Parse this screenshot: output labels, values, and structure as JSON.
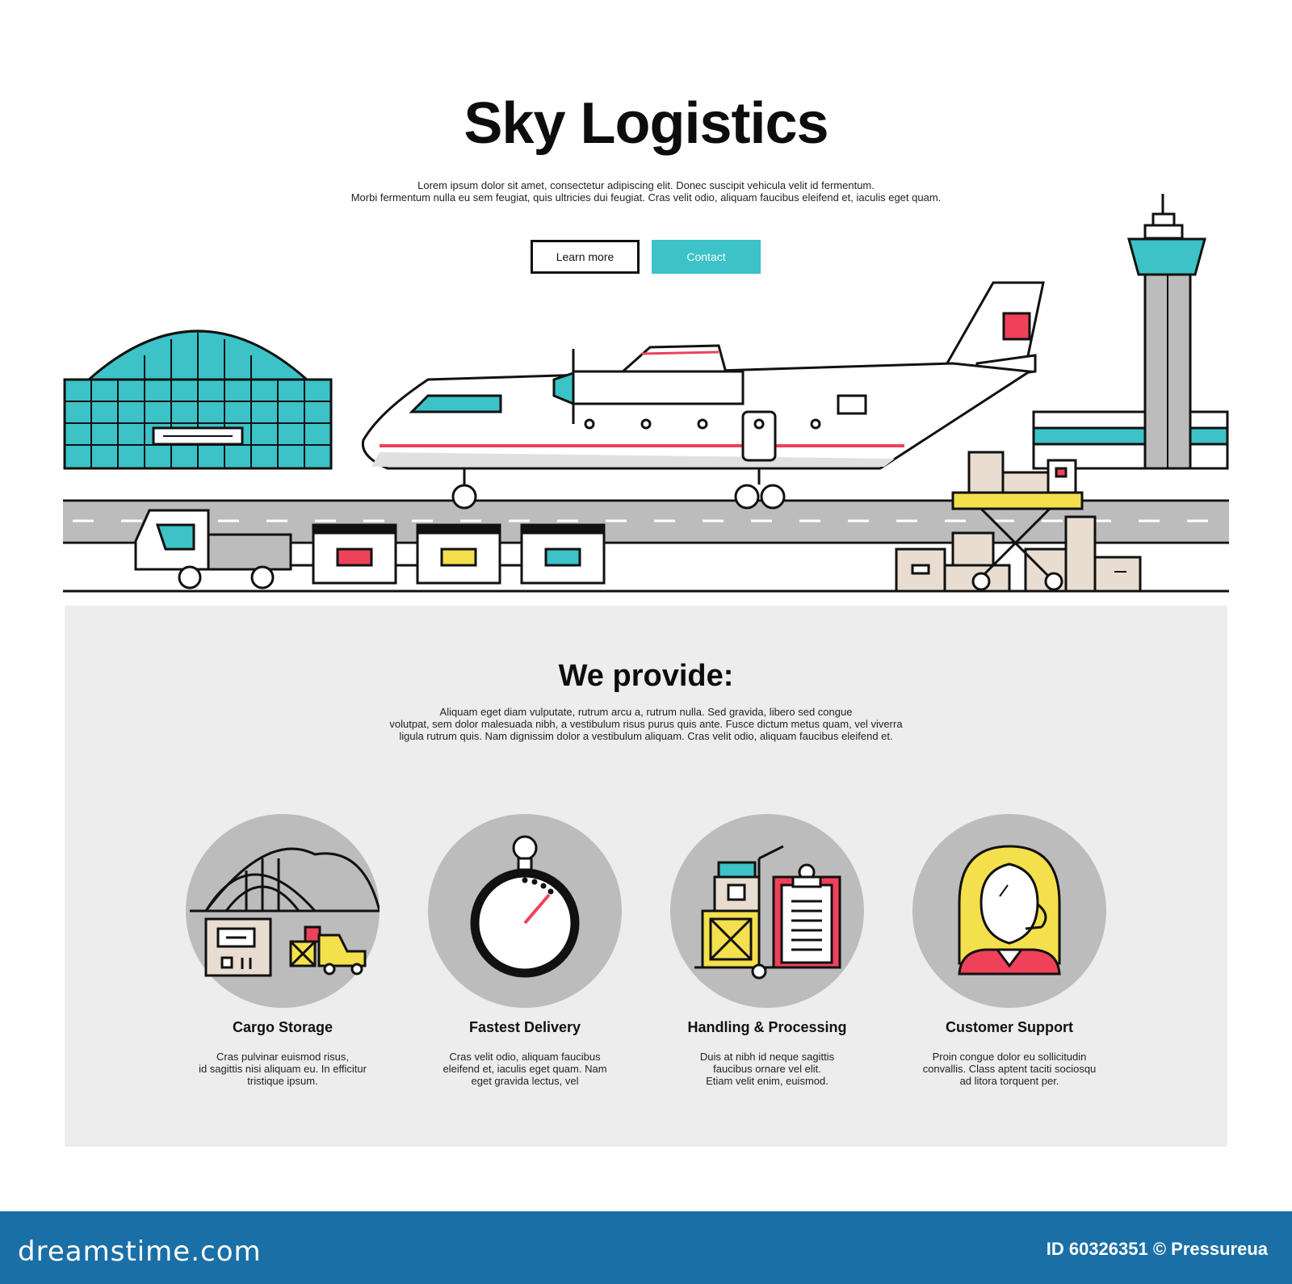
{
  "hero": {
    "title": "Sky Logistics",
    "text_lines": [
      "Lorem ipsum dolor sit amet, consectetur adipiscing elit. Donec suscipit vehicula velit id fermentum.",
      "Morbi fermentum nulla eu sem feugiat, quis ultricies dui feugiat. Cras velit odio, aliquam faucibus eleifend et, iaculis eget quam."
    ],
    "learn_more_label": "Learn more",
    "contact_label": "Contact"
  },
  "colors": {
    "teal": "#3cc2c7",
    "red": "#f0415a",
    "yellow": "#f4e04d",
    "grey": "#bcbcbc",
    "panel": "#ededed",
    "footer": "#1a6fa6"
  },
  "provide": {
    "title": "We provide:",
    "text_lines": [
      "Aliquam eget diam vulputate, rutrum arcu a, rutrum nulla.  Sed gravida, libero sed congue",
      "volutpat,  sem dolor malesuada nibh, a vestibulum risus purus quis ante. Fusce dictum metus quam, vel viverra",
      "ligula rutrum quis. Nam dignissim dolor a vestibulum aliquam. Cras velit odio, aliquam faucibus eleifend et."
    ],
    "features": [
      {
        "icon": "cargo-storage-icon",
        "title": "Cargo Storage",
        "desc": [
          "Cras pulvinar euismod risus,",
          "id sagittis nisi aliquam eu. In efficitur",
          "tristique ipsum."
        ]
      },
      {
        "icon": "stopwatch-icon",
        "title": "Fastest Delivery",
        "desc": [
          "Cras velit odio, aliquam faucibus",
          "eleifend et, iaculis eget quam. Nam",
          "eget gravida lectus, vel"
        ]
      },
      {
        "icon": "clipboard-boxes-icon",
        "title": "Handling & Processing",
        "desc": [
          "Duis at nibh id neque sagittis",
          "faucibus ornare vel elit.",
          "Etiam velit enim, euismod."
        ]
      },
      {
        "icon": "support-agent-icon",
        "title": "Customer Support",
        "desc": [
          "Proin congue dolor eu sollicitudin",
          "convallis. Class aptent taciti sociosqu",
          "ad litora torquent per."
        ]
      }
    ]
  },
  "footer": {
    "brand": "dreamstime.com",
    "id_text": "ID 60326351 © Pressureua"
  }
}
